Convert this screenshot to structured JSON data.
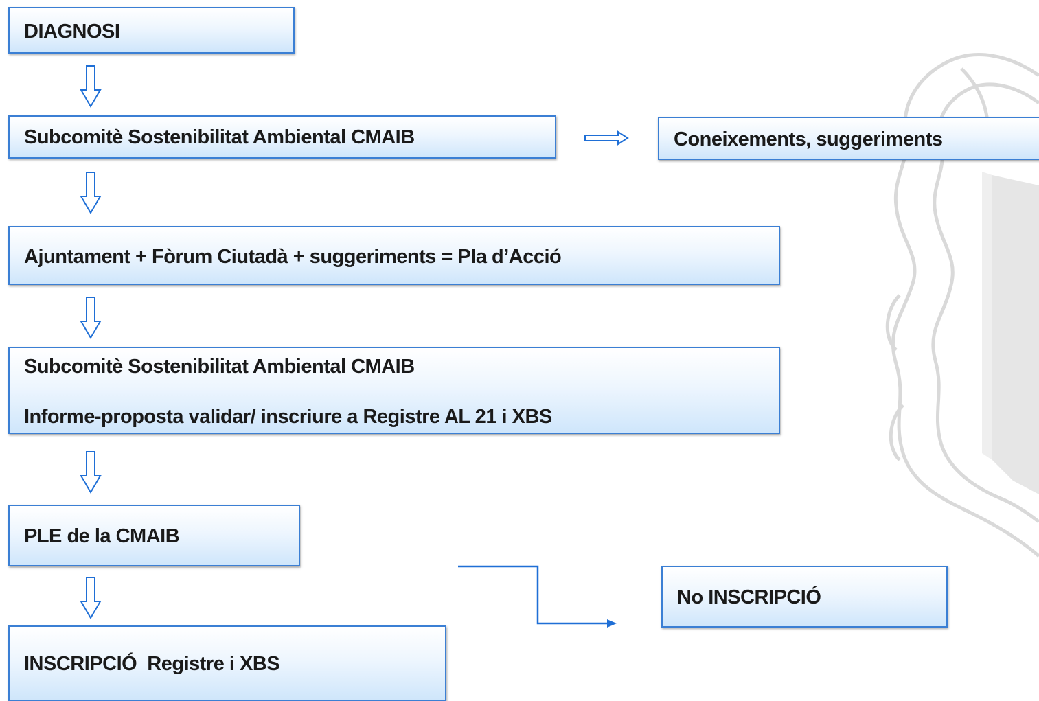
{
  "diagram": {
    "steps": {
      "diagnosi": "DIAGNOSI",
      "subcomite_1": "Subcomitè Sostenibilitat Ambiental CMAIB",
      "coneixements": "Coneixements, suggeriments",
      "pla_accio": "Ajuntament + Fòrum Ciutadà + suggeriments = Pla d’Acció",
      "subcomite_2_line1": "Subcomitè Sostenibilitat Ambiental CMAIB",
      "subcomite_2_line2": "Informe-proposta validar/ inscriure a Registre AL 21 i XBS",
      "ple": "PLE de la CMAIB",
      "inscripcio": "INSCRIPCIÓ  Registre i XBS",
      "no_inscripcio": "No INSCRIPCIÓ"
    },
    "colors": {
      "box_border": "#3b7fd4",
      "arrow": "#1f6fd6",
      "watermark": "#d4d4d4"
    },
    "watermark_icon": "coat-of-arms-watermark"
  }
}
